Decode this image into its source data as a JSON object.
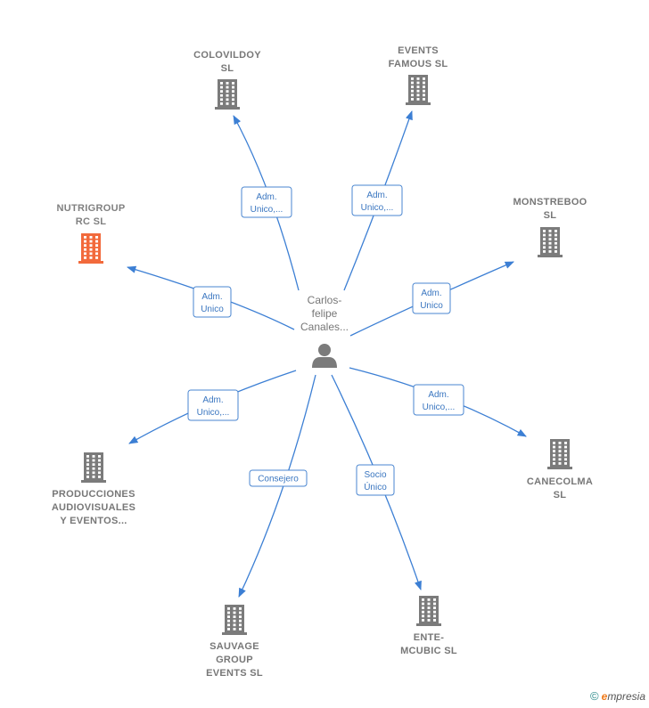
{
  "center": {
    "label_lines": [
      "Carlos-",
      "felipe",
      "Canales..."
    ],
    "icon": "person-icon"
  },
  "companies": [
    {
      "id": "colovildoy",
      "label_lines": [
        "COLOVILDOY",
        "SL"
      ],
      "role_lines": [
        "Adm.",
        "Unico,..."
      ],
      "highlight": false
    },
    {
      "id": "events-famous",
      "label_lines": [
        "EVENTS",
        "FAMOUS SL"
      ],
      "role_lines": [
        "Adm.",
        "Unico,..."
      ],
      "highlight": false
    },
    {
      "id": "nutrigroup",
      "label_lines": [
        "NUTRIGROUP",
        "RC  SL"
      ],
      "role_lines": [
        "Adm.",
        "Unico"
      ],
      "highlight": true
    },
    {
      "id": "monstreboo",
      "label_lines": [
        "MONSTREBOO",
        "SL"
      ],
      "role_lines": [
        "Adm.",
        "Unico"
      ],
      "highlight": false
    },
    {
      "id": "producciones",
      "label_lines": [
        "PRODUCCIONES",
        "AUDIOVISUALES",
        "Y EVENTOS..."
      ],
      "role_lines": [
        "Adm.",
        "Unico,..."
      ],
      "highlight": false
    },
    {
      "id": "canecolma",
      "label_lines": [
        "CANECOLMA",
        "SL"
      ],
      "role_lines": [
        "Adm.",
        "Unico,..."
      ],
      "highlight": false
    },
    {
      "id": "sauvage",
      "label_lines": [
        "SAUVAGE",
        "GROUP",
        "EVENTS SL"
      ],
      "role_lines": [
        "Consejero"
      ],
      "highlight": false
    },
    {
      "id": "ente-mcubic",
      "label_lines": [
        "ENTE-",
        "MCUBIC  SL"
      ],
      "role_lines": [
        "Socio",
        "Único"
      ],
      "highlight": false
    }
  ],
  "colors": {
    "building": "#7b7b7b",
    "building_highlight": "#f26a3c",
    "edge": "#3c7fd4",
    "person": "#7b7b7b"
  },
  "footer": {
    "copyright": "©",
    "brand_initial": "e",
    "brand_rest": "mpresia"
  }
}
